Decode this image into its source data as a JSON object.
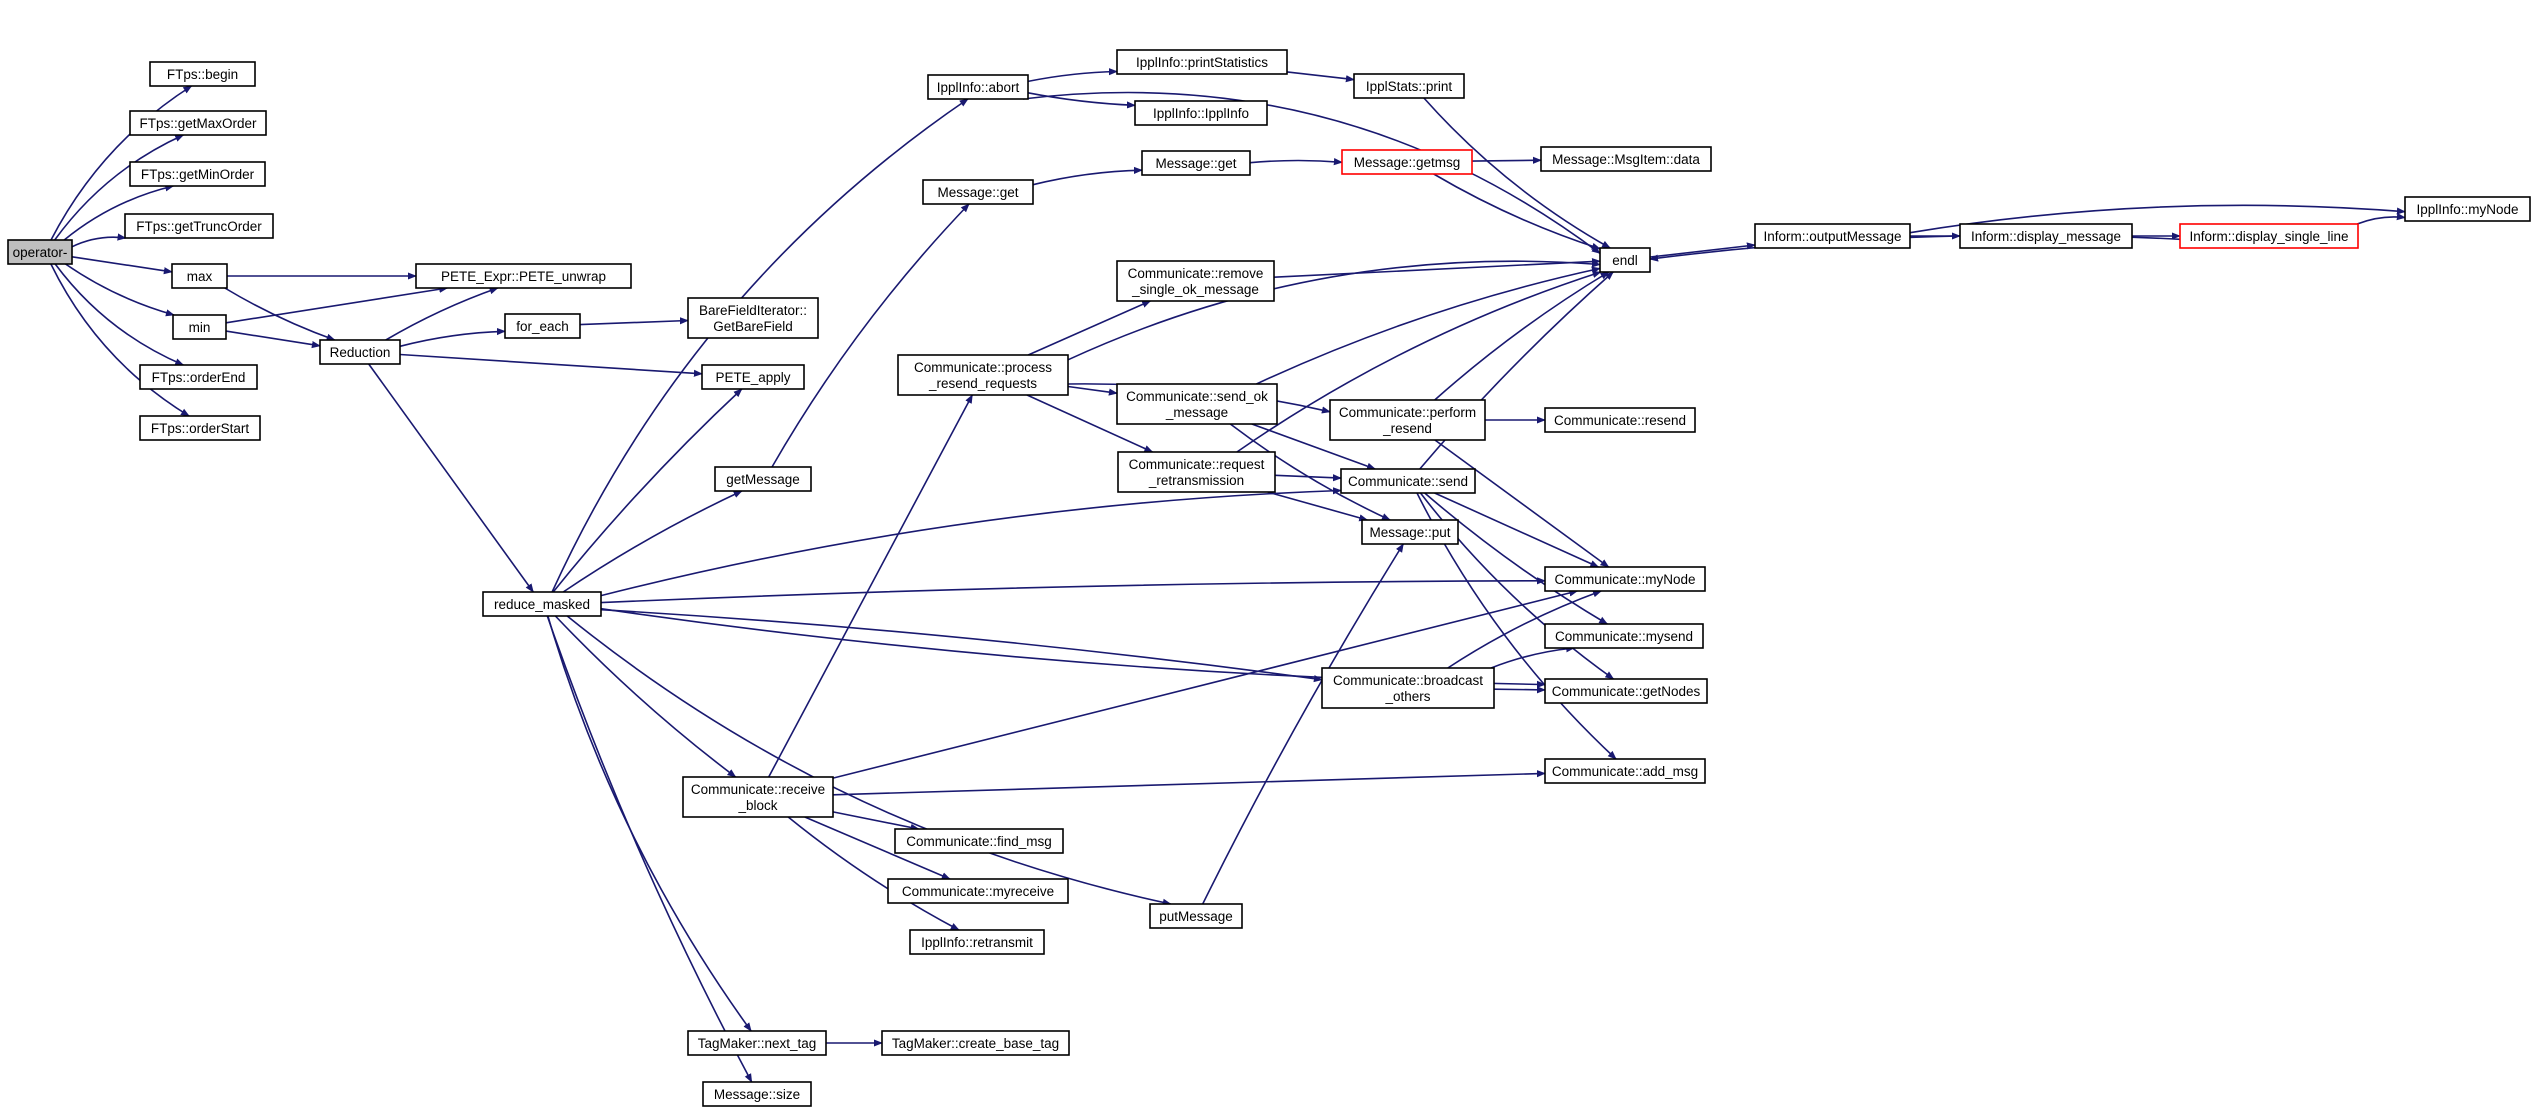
{
  "graph": {
    "nodes": [
      {
        "id": "op",
        "lines": [
          "operator-"
        ],
        "style": "root"
      },
      {
        "id": "begin",
        "lines": [
          "FTps::begin"
        ]
      },
      {
        "id": "getMaxOrder",
        "lines": [
          "FTps::getMaxOrder"
        ]
      },
      {
        "id": "getMinOrder",
        "lines": [
          "FTps::getMinOrder"
        ]
      },
      {
        "id": "getTruncOrder",
        "lines": [
          "FTps::getTruncOrder"
        ]
      },
      {
        "id": "max",
        "lines": [
          "max"
        ]
      },
      {
        "id": "min",
        "lines": [
          "min"
        ]
      },
      {
        "id": "orderEnd",
        "lines": [
          "FTps::orderEnd"
        ]
      },
      {
        "id": "orderStart",
        "lines": [
          "FTps::orderStart"
        ]
      },
      {
        "id": "pete_unwrap",
        "lines": [
          "PETE_Expr::PETE_unwrap"
        ]
      },
      {
        "id": "reduction",
        "lines": [
          "Reduction"
        ]
      },
      {
        "id": "for_each",
        "lines": [
          "for_each"
        ]
      },
      {
        "id": "getBareField",
        "lines": [
          "BareFieldIterator::",
          "GetBareField"
        ]
      },
      {
        "id": "pete_apply",
        "lines": [
          "PETE_apply"
        ]
      },
      {
        "id": "reduce_masked",
        "lines": [
          "reduce_masked"
        ]
      },
      {
        "id": "getMessage",
        "lines": [
          "getMessage"
        ]
      },
      {
        "id": "recv_block",
        "lines": [
          "Communicate::receive",
          "_block"
        ]
      },
      {
        "id": "next_tag",
        "lines": [
          "TagMaker::next_tag"
        ]
      },
      {
        "id": "msg_size",
        "lines": [
          "Message::size"
        ]
      },
      {
        "id": "create_base_tag",
        "lines": [
          "TagMaker::create_base_tag"
        ]
      },
      {
        "id": "putMessage",
        "lines": [
          "putMessage"
        ]
      },
      {
        "id": "find_msg",
        "lines": [
          "Communicate::find_msg"
        ]
      },
      {
        "id": "myreceive",
        "lines": [
          "Communicate::myreceive"
        ]
      },
      {
        "id": "retransmit",
        "lines": [
          "IpplInfo::retransmit"
        ]
      },
      {
        "id": "abort",
        "lines": [
          "IpplInfo::abort"
        ]
      },
      {
        "id": "printStatistics",
        "lines": [
          "IpplInfo::printStatistics"
        ]
      },
      {
        "id": "ipplInfoCtor",
        "lines": [
          "IpplInfo::IpplInfo"
        ]
      },
      {
        "id": "ipplStatsPrint",
        "lines": [
          "IpplStats::print"
        ]
      },
      {
        "id": "msg_get1",
        "lines": [
          "Message::get"
        ]
      },
      {
        "id": "msg_get2",
        "lines": [
          "Message::get"
        ]
      },
      {
        "id": "getmsg",
        "lines": [
          "Message::getmsg"
        ],
        "style": "trunc"
      },
      {
        "id": "msgitem_data",
        "lines": [
          "Message::MsgItem::data"
        ]
      },
      {
        "id": "process_resend",
        "lines": [
          "Communicate::process",
          "_resend_requests"
        ]
      },
      {
        "id": "remove_single_ok",
        "lines": [
          "Communicate::remove",
          "_single_ok_message"
        ]
      },
      {
        "id": "send_ok",
        "lines": [
          "Communicate::send_ok",
          "_message"
        ]
      },
      {
        "id": "request_retrans",
        "lines": [
          "Communicate::request",
          "_retransmission"
        ]
      },
      {
        "id": "perform_resend",
        "lines": [
          "Communicate::perform",
          "_resend"
        ]
      },
      {
        "id": "resend",
        "lines": [
          "Communicate::resend"
        ]
      },
      {
        "id": "comm_send",
        "lines": [
          "Communicate::send"
        ]
      },
      {
        "id": "msg_put",
        "lines": [
          "Message::put"
        ]
      },
      {
        "id": "bcast_others",
        "lines": [
          "Communicate::broadcast",
          "_others"
        ]
      },
      {
        "id": "endl",
        "lines": [
          "endl"
        ]
      },
      {
        "id": "outputMessage",
        "lines": [
          "Inform::outputMessage"
        ]
      },
      {
        "id": "display_message",
        "lines": [
          "Inform::display_message"
        ]
      },
      {
        "id": "display_single_line",
        "lines": [
          "Inform::display_single_line"
        ],
        "style": "trunc"
      },
      {
        "id": "ipplMyNode",
        "lines": [
          "IpplInfo::myNode"
        ]
      },
      {
        "id": "comm_myNode",
        "lines": [
          "Communicate::myNode"
        ]
      },
      {
        "id": "comm_mysend",
        "lines": [
          "Communicate::mysend"
        ]
      },
      {
        "id": "comm_getNodes",
        "lines": [
          "Communicate::getNodes"
        ]
      },
      {
        "id": "comm_add_msg",
        "lines": [
          "Communicate::add_msg"
        ]
      }
    ]
  }
}
